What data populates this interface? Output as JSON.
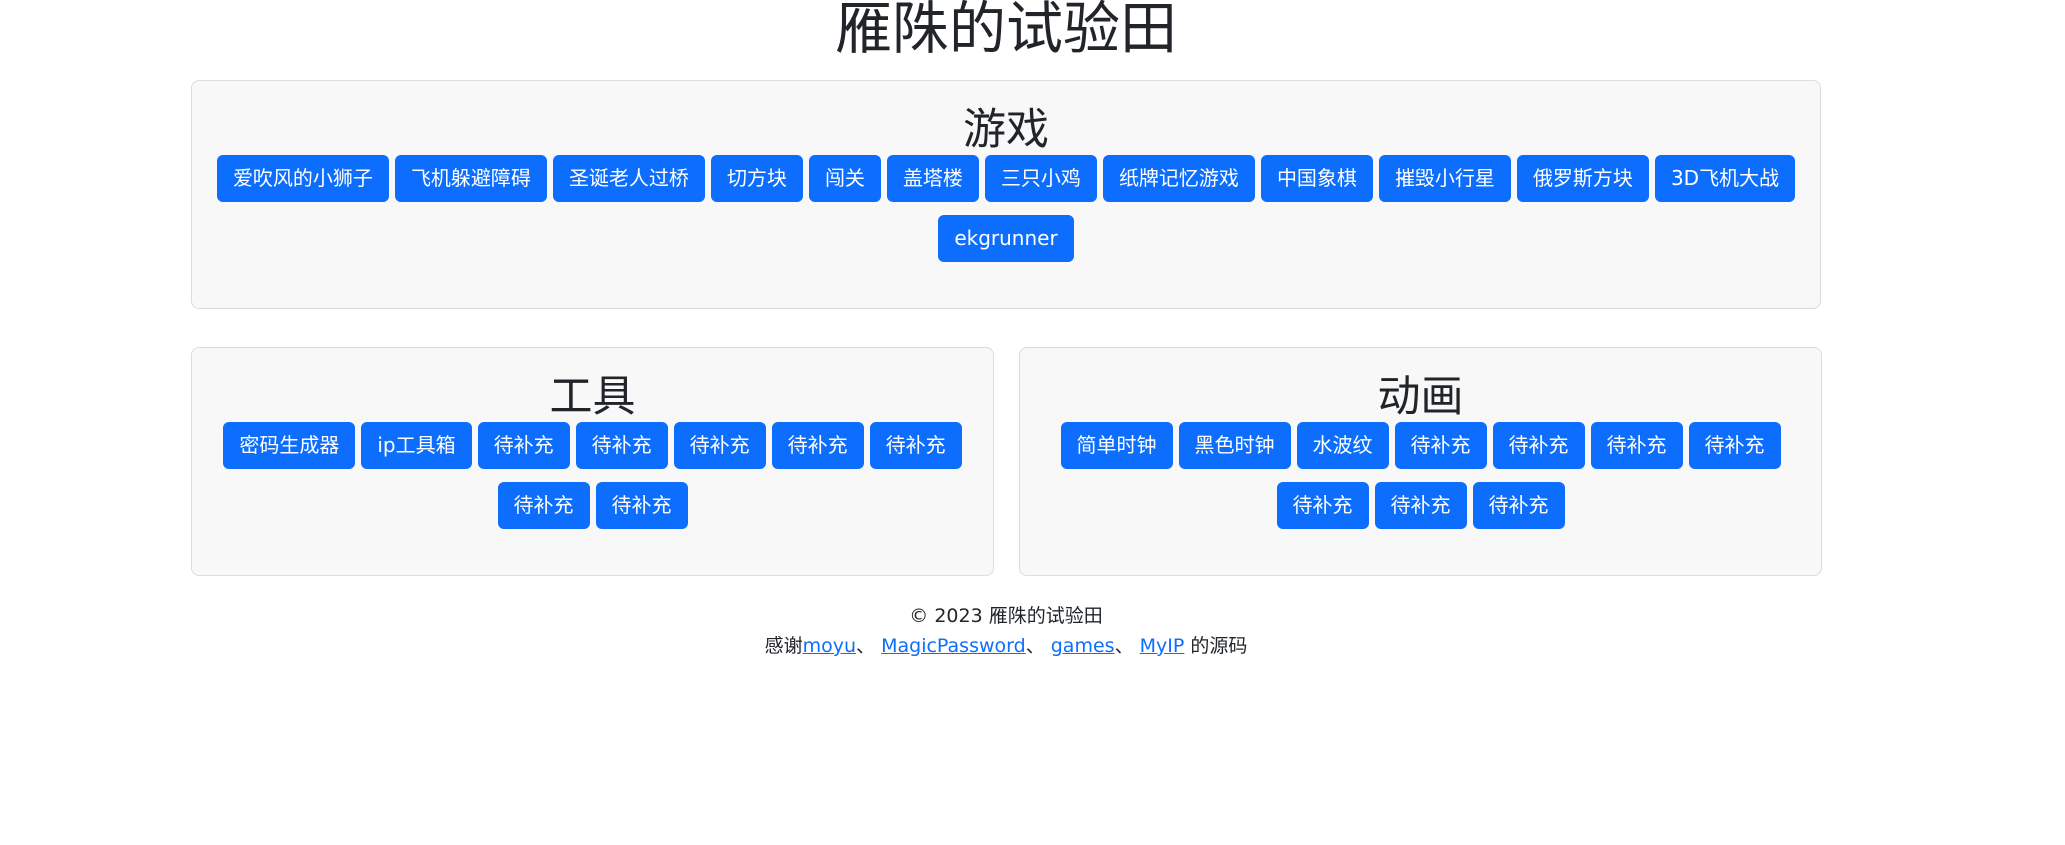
{
  "page": {
    "title": "雁陎的试验田"
  },
  "games": {
    "title": "游戏",
    "buttons": [
      "爱吹风的小狮子",
      "飞机躲避障碍",
      "圣诞老人过桥",
      "切方块",
      "闯关",
      "盖塔楼",
      "三只小鸡",
      "纸牌记忆游戏",
      "中国象棋",
      "摧毁小行星",
      "俄罗斯方块",
      "3D飞机大战",
      "ekgrunner"
    ]
  },
  "tools": {
    "title": "工具",
    "buttons": [
      "密码生成器",
      "ip工具箱",
      "待补充",
      "待补充",
      "待补充",
      "待补充",
      "待补充",
      "待补充",
      "待补充"
    ]
  },
  "animation": {
    "title": "动画",
    "buttons": [
      "简单时钟",
      "黑色时钟",
      "水波纹",
      "待补充",
      "待补充",
      "待补充",
      "待补充",
      "待补充",
      "待补充",
      "待补充"
    ]
  },
  "footer": {
    "copyright": "© 2023 雁陎的试验田",
    "thanks_prefix": "感谢",
    "links": [
      "moyu",
      "MagicPassword",
      "games",
      "MyIP"
    ],
    "separator": "、",
    "thanks_suffix": " 的源码"
  },
  "colors": {
    "button_bg": "#0d6efd",
    "card_bg": "#f8f8f8",
    "link": "#0d6efd",
    "text": "#212529"
  }
}
